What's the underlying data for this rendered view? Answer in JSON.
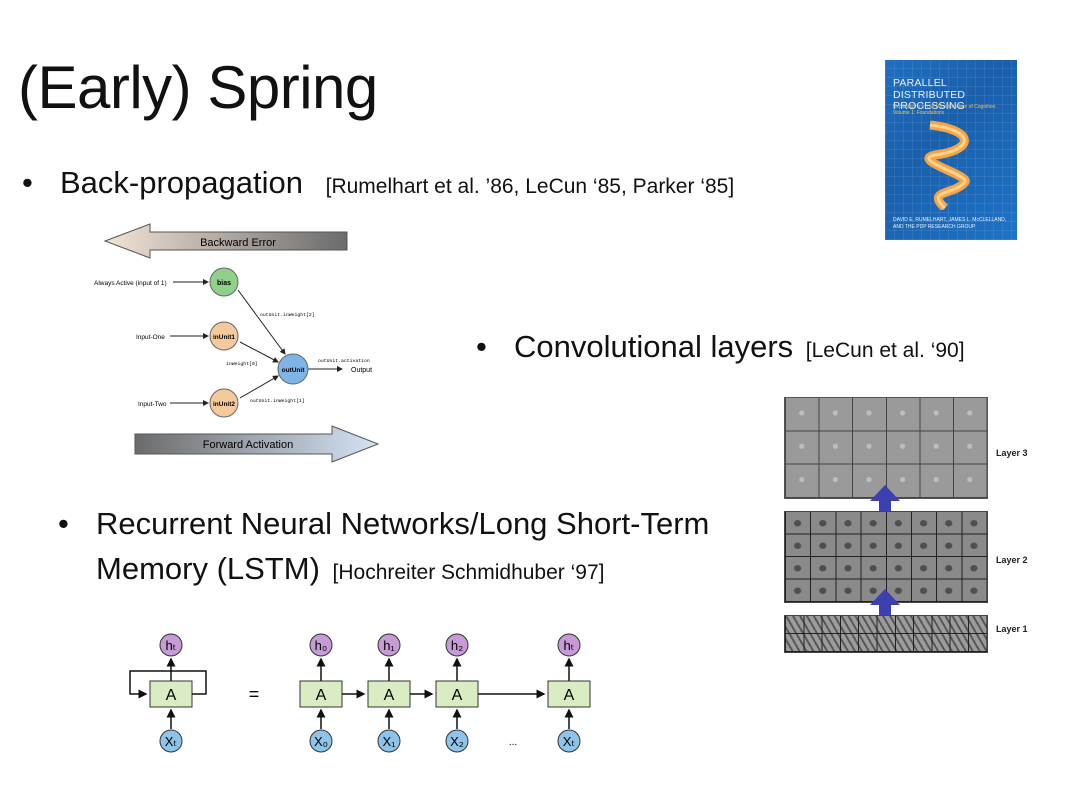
{
  "slide": {
    "title": "(Early) Spring",
    "bullet_symbol": "•",
    "bullets": [
      {
        "main": "Back-propagation",
        "cite": "[Rumelhart et al. ’86, LeCun ‘85, Parker ‘85]"
      },
      {
        "main": "Convolutional layers",
        "cite": "[LeCun et al. ‘90]"
      },
      {
        "main_line1": "Recurrent Neural Networks/Long Short-Term",
        "main_line2": "Memory (LSTM)",
        "cite": "[Hochreiter Schmidhuber ‘97]"
      }
    ]
  },
  "book": {
    "title": "PARALLEL DISTRIBUTED PROCESSING",
    "subtitle": "Explorations in the Microstructure of Cognition. Volume 1: Foundations",
    "authors": "DAVID E. RUMELHART, JAMES L. McCLELLAND, AND THE PDP RESEARCH GROUP",
    "accent": "#1f6fc1"
  },
  "backprop": {
    "backward_label": "Backward Error",
    "forward_label": "Forward Activation",
    "always_active": "Always Active (input of 1)",
    "input_one": "Input-One",
    "input_two": "Input-Two",
    "bias": "bias",
    "inunit1": "inUnit1",
    "inunit2": "inUnit2",
    "outunit": "outUnit",
    "output": "Output",
    "w2": "outUnit.inWeight[2]",
    "w0": "inWeight[0]",
    "w1": "outUnit.inWeight[1]",
    "activation": "outUnit.activation",
    "bias_color": "#8fd08a",
    "in_color": "#f6c99c",
    "out_color": "#7fb4e6"
  },
  "conv": {
    "layer3": "Layer 3",
    "layer2": "Layer 2",
    "layer1": "Layer 1",
    "arrow_color": "#3b3fb0"
  },
  "rnn": {
    "cell_label": "A",
    "equals": "=",
    "ellipsis": "...",
    "h_labels": [
      "hₜ",
      "h₀",
      "h₁",
      "h₂",
      "hₜ"
    ],
    "x_labels": [
      "Xₜ",
      "X₀",
      "X₁",
      "X₂",
      "Xₜ"
    ],
    "h_color": "#c79bd6",
    "x_color": "#8ec4ea",
    "cell_color": "#d9ecc4"
  }
}
